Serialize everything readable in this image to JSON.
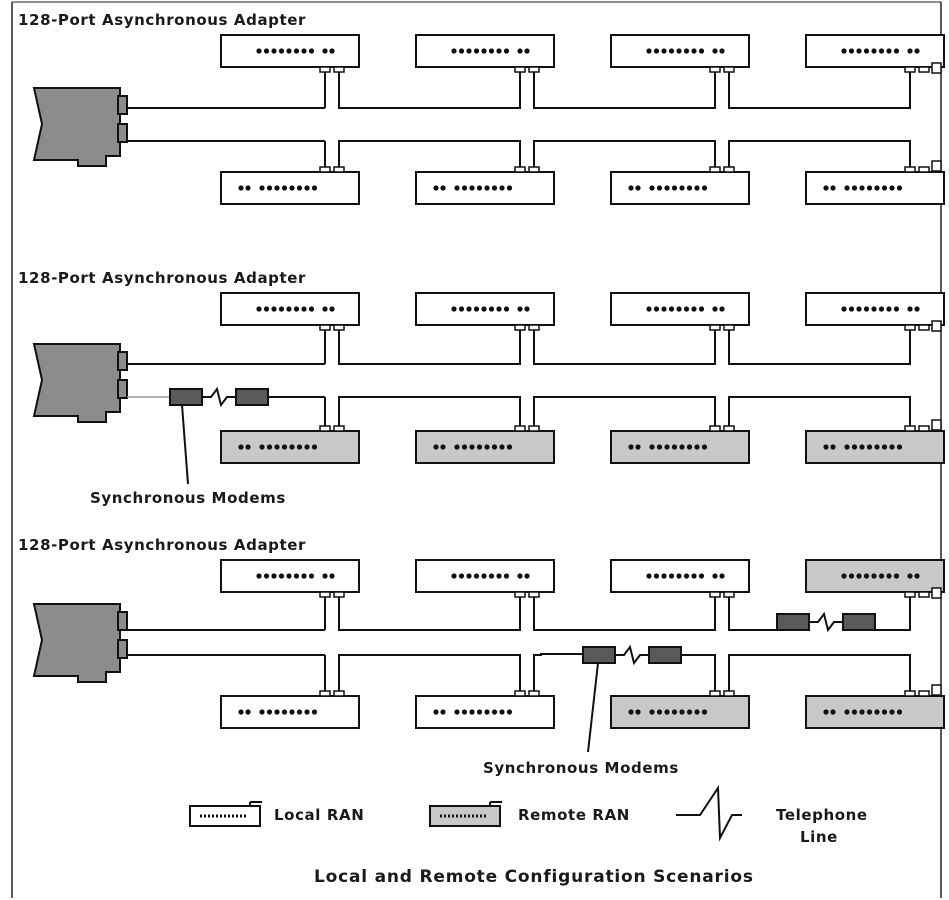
{
  "adapter_label": "128-Port Asynchronous Adapter",
  "modem_label": "Synchronous Modems",
  "legend": {
    "local_ran": "Local RAN",
    "remote_ran": "Remote RAN",
    "telephone_line_1": "Telephone",
    "telephone_line_2": "Line"
  },
  "caption": "Local and Remote Configuration Scenarios",
  "colors": {
    "local_fill": "#ffffff",
    "remote_fill": "#c8c8c8",
    "adapter_fill": "#8c8c8c",
    "modem_fill": "#5a5a5a",
    "line": "#111111"
  }
}
